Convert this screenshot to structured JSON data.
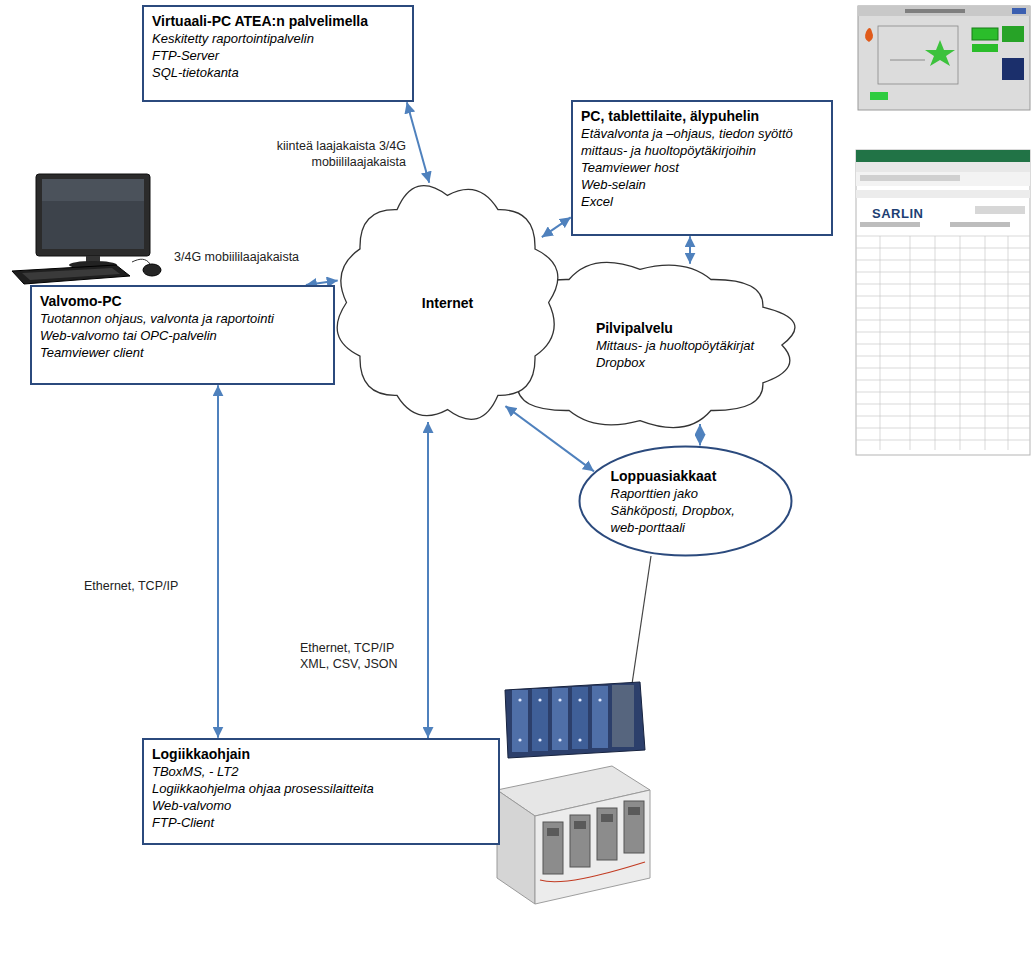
{
  "diagram": {
    "nodes": [
      {
        "text": [
          "Virtuaali-PC ATEA:n palvelimella",
          "Keskitetty raportointipalvelin",
          "FTP-Server",
          "SQL-tietokanta"
        ]
      },
      {
        "text": [
          "PC, tablettilaite, älypuhelin",
          "Etävalvonta ja –ohjaus, tiedon syöttö mittaus- ja huoltopöytäkirjoihin",
          "Teamviewer host",
          "Web-selain",
          "Excel"
        ]
      },
      {
        "text": [
          "Internet"
        ]
      },
      {
        "text": [
          "Pilvipalvelu",
          "Mittaus- ja huoltopöytäkirjat",
          "Dropbox"
        ]
      },
      {
        "text": [
          "Valvomo-PC",
          "Tuotannon ohjaus, valvonta ja raportointi",
          "Web-valvomo tai OPC-palvelin",
          "Teamviewer client"
        ]
      },
      {
        "text": [
          "Loppuasiakkaat",
          "Raporttien jako",
          "Sähköposti, Dropbox, web-porttaali"
        ]
      },
      {
        "text": [
          "Logiikkaohjain",
          "TBoxMS, - LT2",
          "Logiikkaohjelma ohjaa prosessilaitteita",
          "Web-valvomo",
          "FTP-Client"
        ]
      }
    ],
    "edges": [
      {
        "from": 0,
        "to": 2,
        "label": "kiinteä laajakaista 3/4G mobiililaajakaista",
        "arrow": "both"
      },
      {
        "from": 2,
        "to": 1,
        "arrow": "both"
      },
      {
        "from": 1,
        "to": 3,
        "arrow": "both"
      },
      {
        "from": 4,
        "to": 2,
        "label": "3/4G mobiililaajakaista",
        "arrow": "both"
      },
      {
        "from": 4,
        "to": 6,
        "label": "Ethernet, TCP/IP",
        "arrow": "both"
      },
      {
        "from": 6,
        "to": 2,
        "label": "Ethernet, TCP/IP XML, CSV, JSON",
        "arrow": "both"
      },
      {
        "from": 2,
        "to": 5,
        "arrow": "both"
      },
      {
        "from": 3,
        "to": 5,
        "arrow": "both"
      }
    ],
    "labels": [
      "SARLIN"
    ]
  }
}
